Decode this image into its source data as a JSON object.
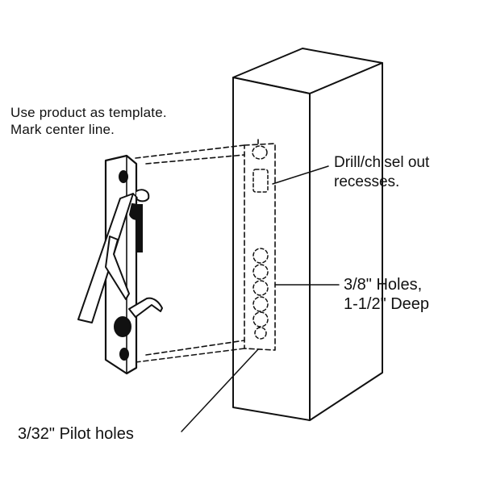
{
  "labels": {
    "template_note": [
      "Use product as template.",
      "Mark center line."
    ],
    "recesses": [
      "Drill/chisel out",
      "recesses."
    ],
    "holes": [
      "3/8\" Holes,",
      "1-1/2\" Deep"
    ],
    "pilot": "3/32\" Pilot holes"
  },
  "colors": {
    "ink": "#111111",
    "background": "#ffffff"
  }
}
